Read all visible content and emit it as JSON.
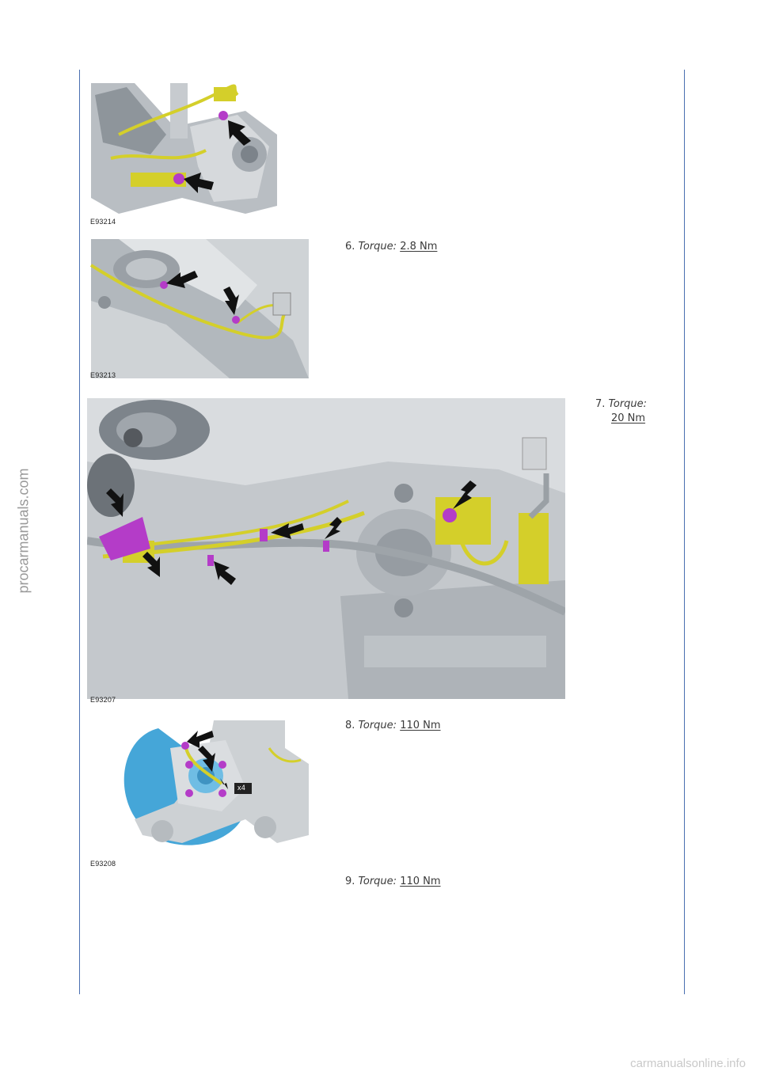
{
  "figures": [
    {
      "code": "E93214"
    },
    {
      "code": "E93213"
    },
    {
      "code": "E93207"
    },
    {
      "code": "E93208",
      "badge": "x4"
    }
  ],
  "steps": [
    {
      "number": "6.",
      "label": "Torque:",
      "value": "2.8 Nm"
    },
    {
      "number": "7.",
      "label": "Torque:",
      "value": "20 Nm"
    },
    {
      "number": "8.",
      "label": "Torque:",
      "value": "110 Nm"
    },
    {
      "number": "9.",
      "label": "Torque:",
      "value": "110 Nm"
    }
  ],
  "watermarks": {
    "side": "procarmanuals.com",
    "bottom": "carmanualsonline.info"
  },
  "colors": {
    "rule": "#4a6fb0",
    "harness": "#d4cf2a",
    "fastener": "#b43cc8",
    "metal": "#b9bec3",
    "shield": "#45a6d8"
  }
}
